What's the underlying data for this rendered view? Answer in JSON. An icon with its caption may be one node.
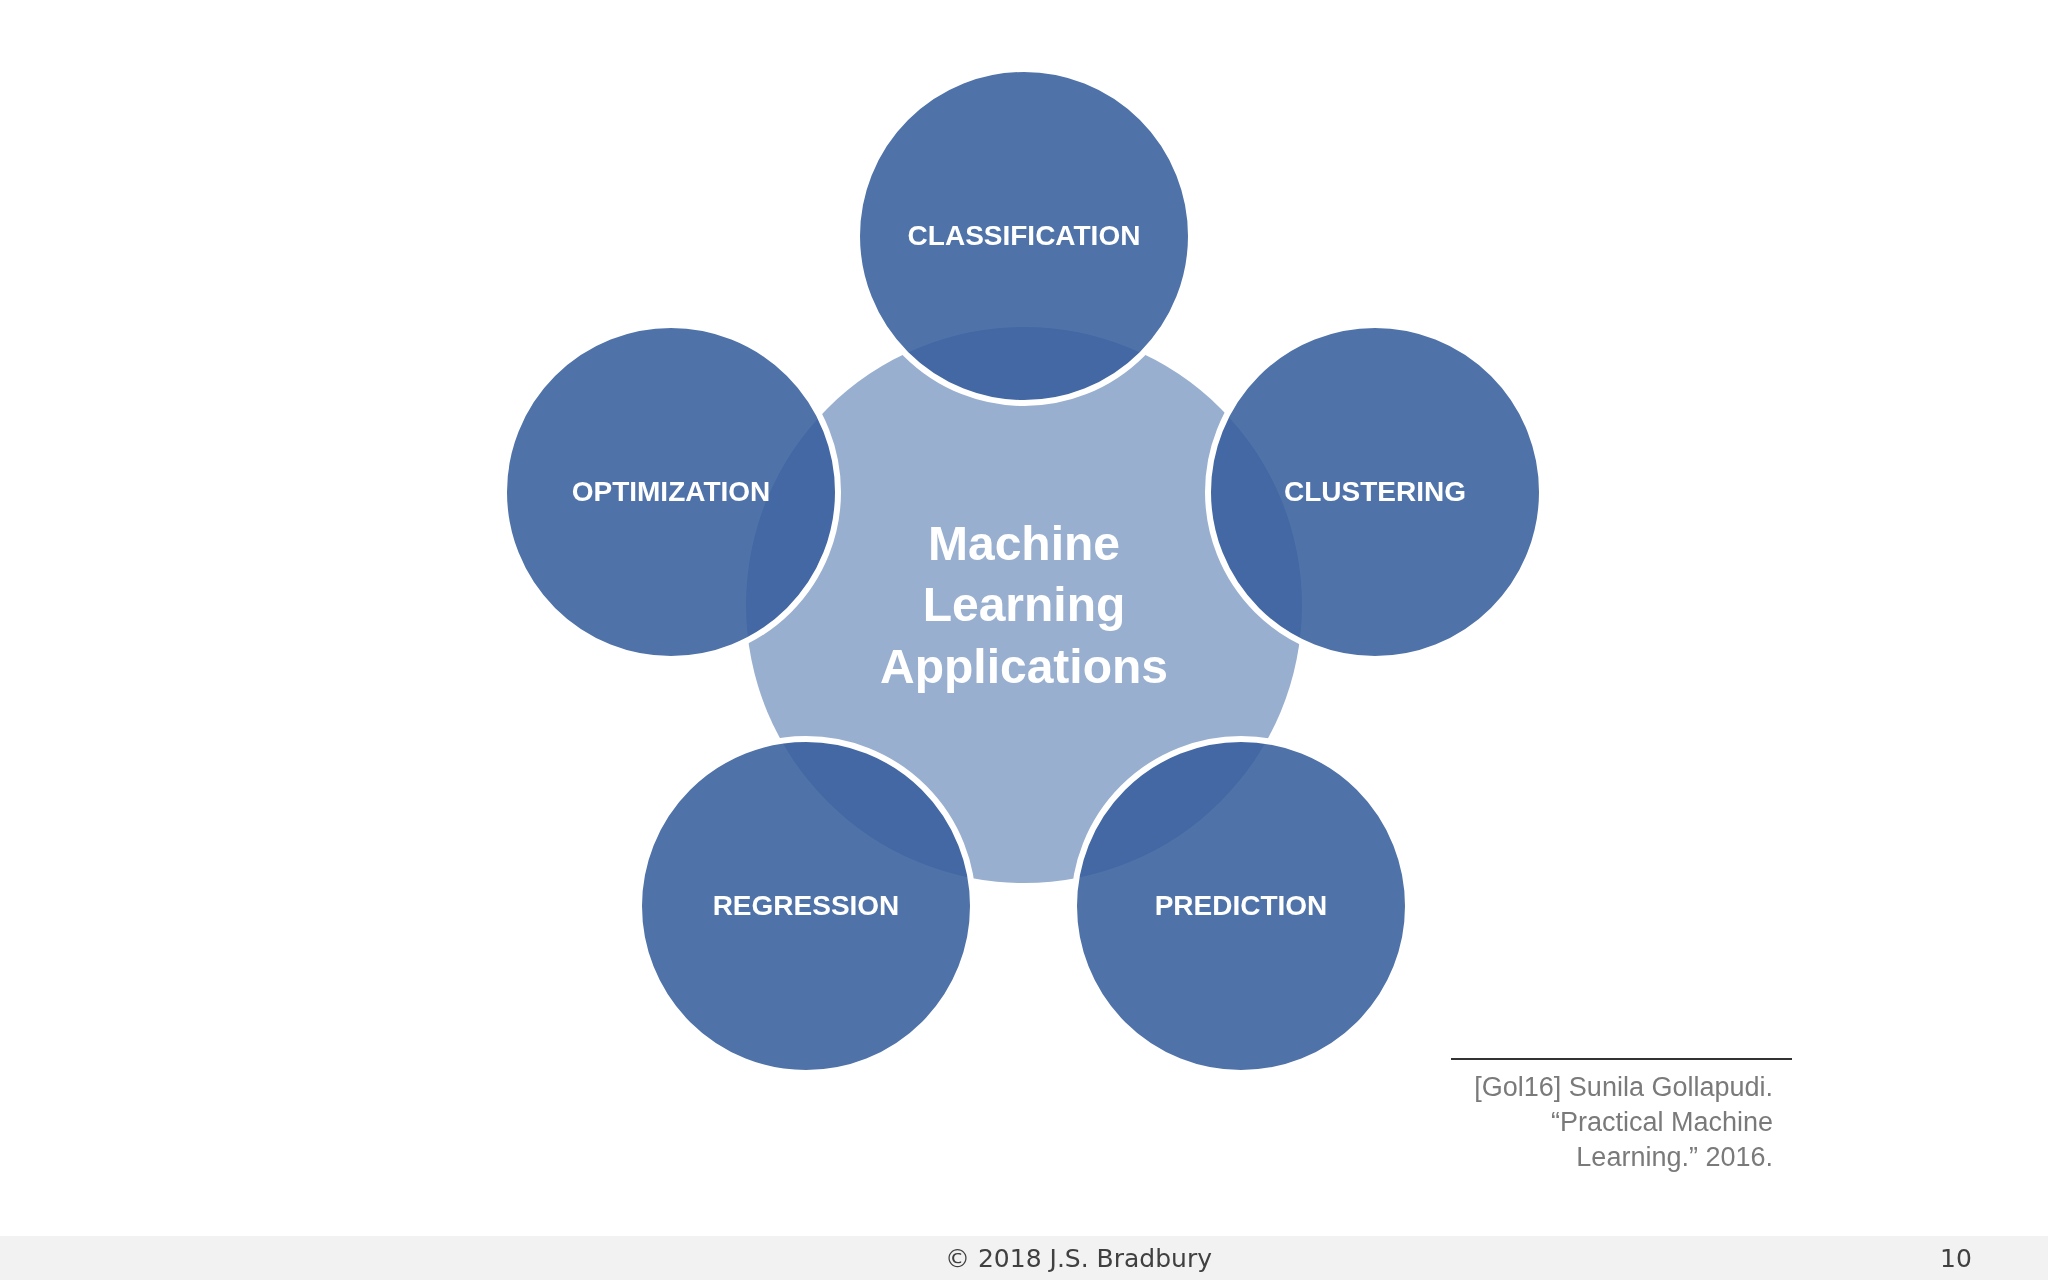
{
  "diagram": {
    "nodes": [
      {
        "text": [
          "Machine Learning Applications"
        ]
      },
      {
        "text": [
          "CLASSIFICATION"
        ]
      },
      {
        "text": [
          "OPTIMIZATION"
        ]
      },
      {
        "text": [
          "CLUSTERING"
        ]
      },
      {
        "text": [
          "REGRESSION"
        ]
      },
      {
        "text": [
          "PREDICTION"
        ]
      }
    ],
    "labels": [
      "[Gol16] Sunila Gollapudi. “Practical Machine Learning.” 2016.",
      "© 2018 J.S. Bradbury",
      "10"
    ]
  }
}
